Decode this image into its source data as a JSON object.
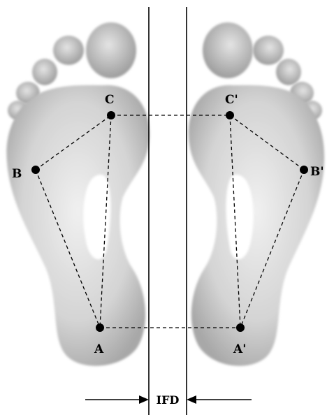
{
  "points": {
    "left": {
      "A": "A",
      "B": "B",
      "C": "C"
    },
    "right": {
      "A": "A'",
      "B": "B'",
      "C": "C'"
    }
  },
  "measure_label": "IFD",
  "colors": {
    "foot_fill": "#b9b9b9",
    "foot_inner": "#e6e6e6",
    "line": "#000000",
    "background": "#ffffff"
  }
}
